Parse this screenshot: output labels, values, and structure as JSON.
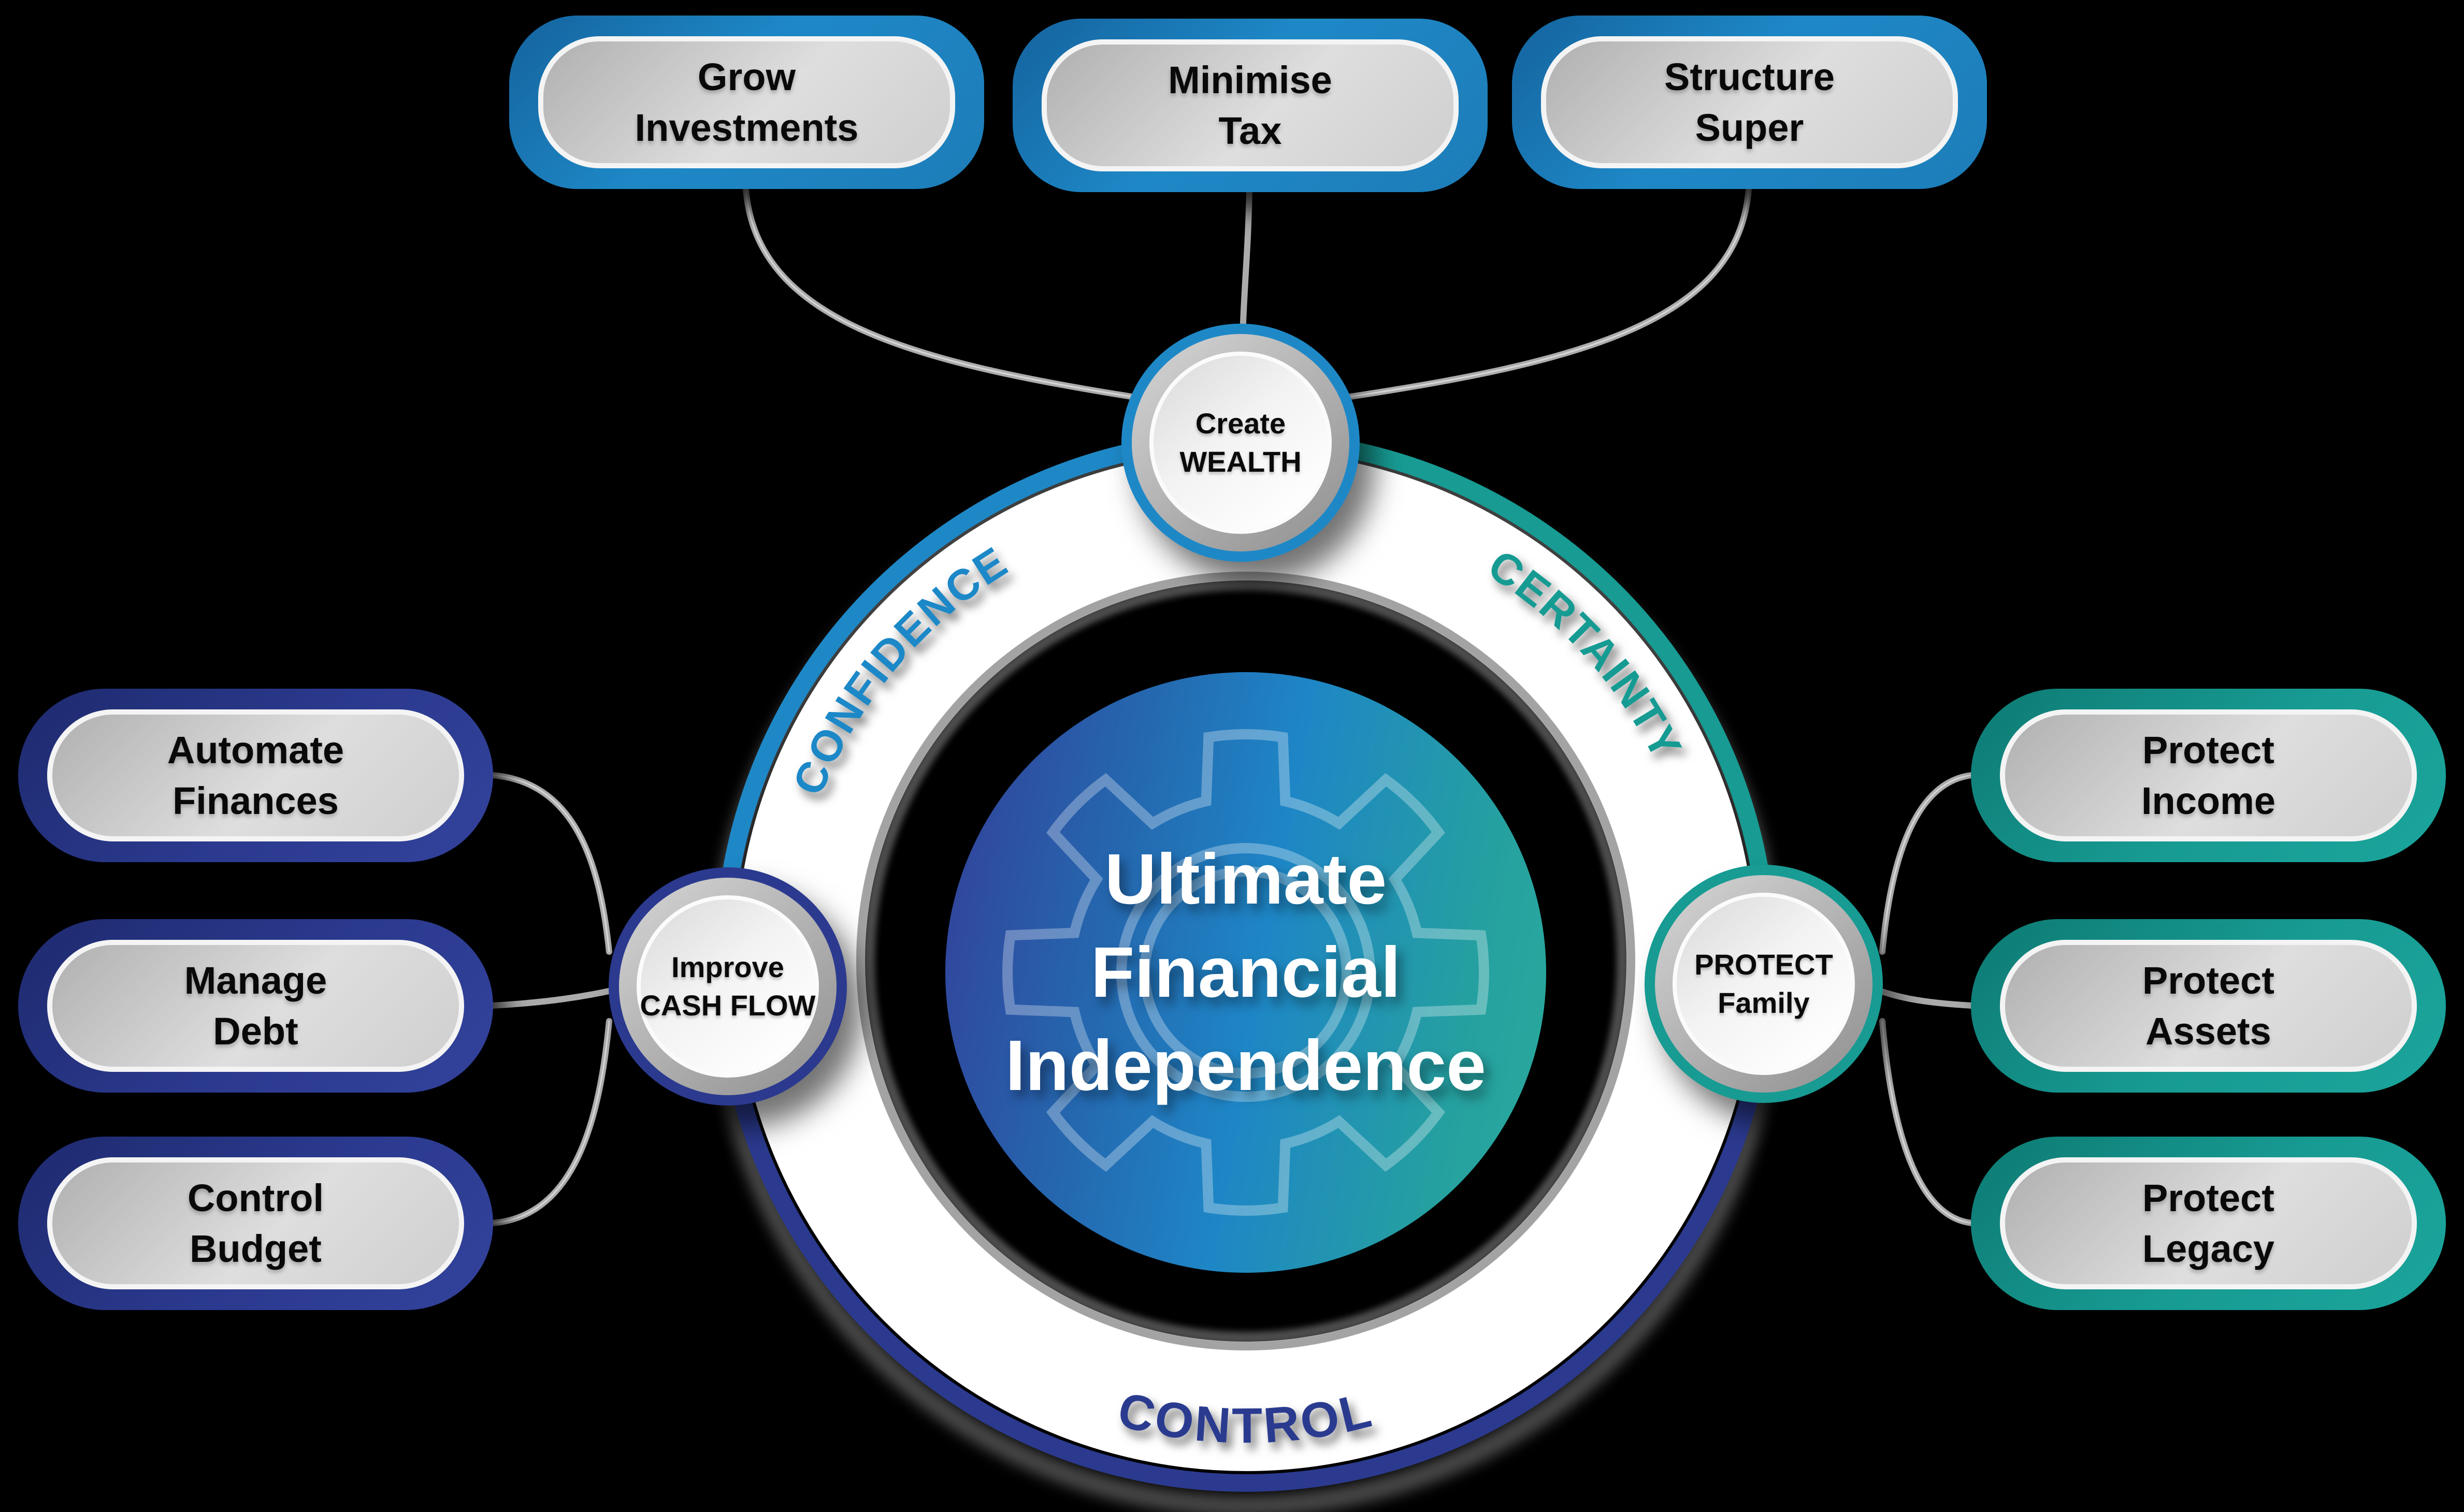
{
  "title": "Ultimate Financial Independence",
  "colors": {
    "blue": "#1E88C7",
    "navy": "#2B3A8F",
    "teal": "#179B93",
    "ring_white": "#FFFFFF",
    "connector_gray": "#ABABAB",
    "background": "#000000"
  },
  "center": {
    "line1": "Ultimate",
    "line2": "Financial",
    "line3": "Independence"
  },
  "ring_labels": {
    "confidence": "CONFIDENCE",
    "certainty": "CERTAINTY",
    "control": "CONTROL"
  },
  "nodes": {
    "wealth": {
      "line1": "Create",
      "line2": "WEALTH"
    },
    "cashflow": {
      "line1": "Improve",
      "line2": "CASH FLOW"
    },
    "family": {
      "line1": "PROTECT",
      "line2": "Family"
    }
  },
  "pill_groups": {
    "wealth": [
      {
        "line1": "Grow",
        "line2": "Investments"
      },
      {
        "line1": "Minimise",
        "line2": "Tax"
      },
      {
        "line1": "Structure",
        "line2": "Super"
      }
    ],
    "cashflow": [
      {
        "line1": "Automate",
        "line2": "Finances"
      },
      {
        "line1": "Manage",
        "line2": "Debt"
      },
      {
        "line1": "Control",
        "line2": "Budget"
      }
    ],
    "family": [
      {
        "line1": "Protect",
        "line2": "Income"
      },
      {
        "line1": "Protect",
        "line2": "Assets"
      },
      {
        "line1": "Protect",
        "line2": "Legacy"
      }
    ]
  }
}
